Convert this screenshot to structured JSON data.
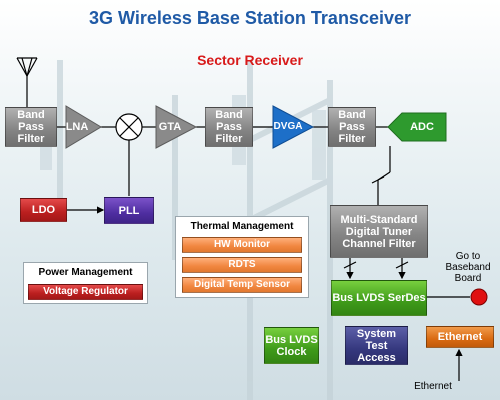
{
  "header": {
    "title": "3G Wireless Base Station Transceiver",
    "subtitle": "Sector Receiver"
  },
  "signal_chain": {
    "bpf1": "Band Pass Filter",
    "lna": "LNA",
    "gta": "GTA",
    "bpf2": "Band Pass Filter",
    "dvga": "DVGA",
    "bpf3": "Band Pass Filter",
    "adc": "ADC"
  },
  "clocking": {
    "ldo": "LDO",
    "pll": "PLL"
  },
  "thermal_management": {
    "title": "Thermal Management",
    "items": [
      "HW Monitor",
      "RDTS",
      "Digital Temp Sensor"
    ]
  },
  "power_management": {
    "title": "Power Management",
    "items": [
      "Voltage Regulator"
    ]
  },
  "digital": {
    "tuner": "Multi-Standard Digital Tuner Channel Filter",
    "serdes": "Bus LVDS SerDes",
    "lvds_clock": "Bus LVDS Clock",
    "system_test": "System Test Access",
    "ethernet_block": "Ethernet"
  },
  "annotations": {
    "baseband": "Go to Baseband Board",
    "ethernet_input": "Ethernet"
  },
  "colors": {
    "title": "#1f5aa6",
    "subtitle": "#d81a1a",
    "filter_grey": "#8a8a8a",
    "dvga_blue": "#1d6fc8",
    "adc_green": "#2e9a2e",
    "baseband_dot": "#e01010"
  }
}
